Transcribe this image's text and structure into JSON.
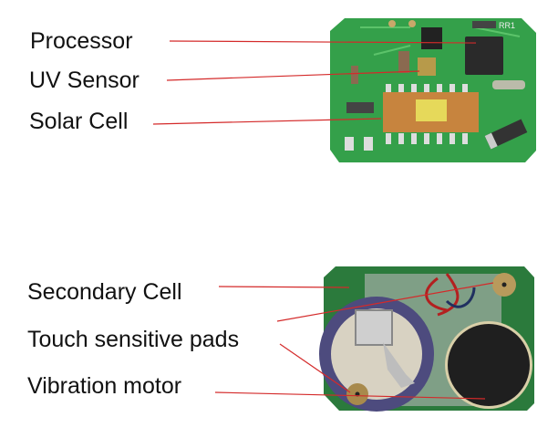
{
  "labels": {
    "processor": "Processor",
    "uv_sensor": "UV Sensor",
    "solar_cell": "Solar Cell",
    "secondary_cell": "Secondary Cell",
    "touch_pads": "Touch sensitive pads",
    "vibration_motor": "Vibration motor"
  },
  "silkscreen": {
    "rr1": "RR1"
  },
  "colors": {
    "leader_line": "#d42a2a",
    "pcb": "#2f9a45",
    "cell_ring": "#4d4b7e"
  }
}
